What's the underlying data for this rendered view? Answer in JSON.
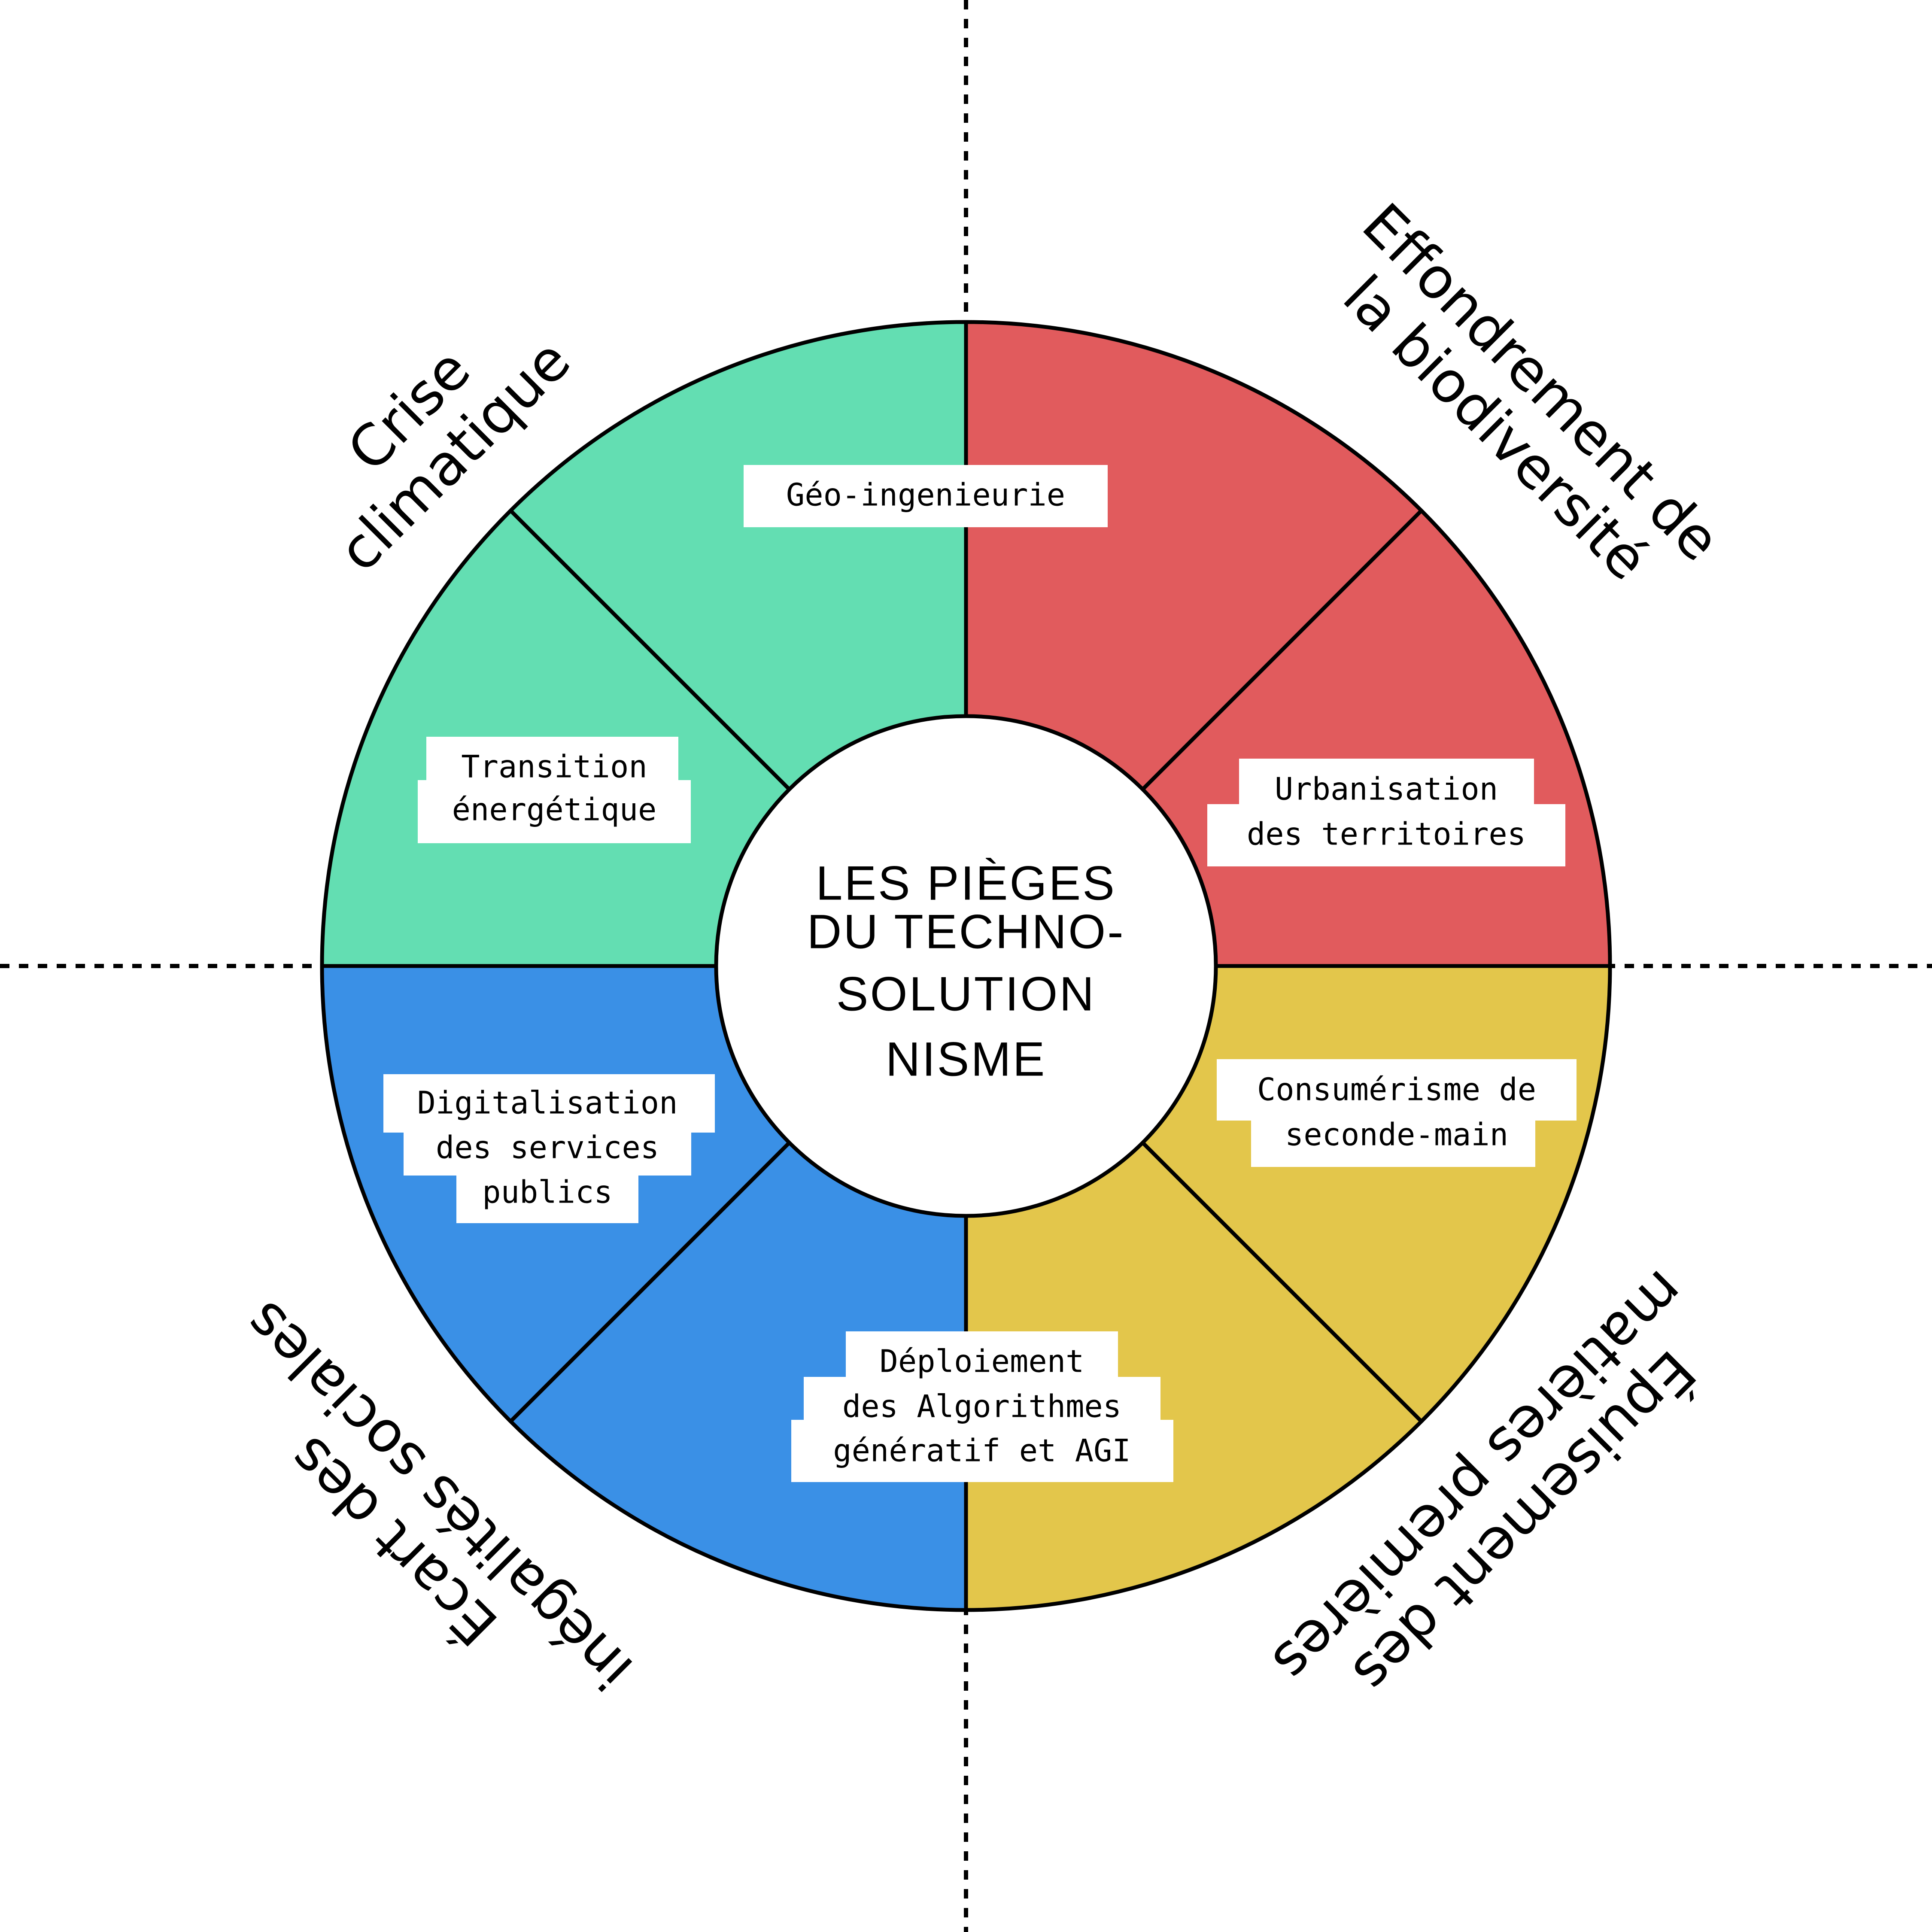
{
  "center": {
    "lines": [
      "LES PIÈGES",
      "DU TECHNO-",
      "SOLUTION",
      "NISME"
    ]
  },
  "quadrants": [
    {
      "id": "climate",
      "color": "#63DEB2",
      "lines": [
        "Crise",
        "climatique"
      ]
    },
    {
      "id": "biodiversity",
      "color": "#E15B5D",
      "lines": [
        "Effondrement de",
        "la biodiversité"
      ]
    },
    {
      "id": "resources",
      "color": "#E3C64B",
      "lines": [
        "Épuisement des",
        "matières premières"
      ]
    },
    {
      "id": "inequality",
      "color": "#3A90E6",
      "lines": [
        "Écart des",
        "inégalités sociales"
      ]
    }
  ],
  "labels": [
    {
      "id": "geo-ingenierie",
      "lines": [
        "Géo-ingenieurie"
      ]
    },
    {
      "id": "transition",
      "lines": [
        "Transition",
        "énergétique"
      ]
    },
    {
      "id": "urbanisation",
      "lines": [
        "Urbanisation",
        "des territoires"
      ]
    },
    {
      "id": "consumerisme",
      "lines": [
        "Consumérisme de",
        "seconde-main"
      ]
    },
    {
      "id": "digitalisation",
      "lines": [
        "Digitalisation",
        "des services",
        "publics"
      ]
    },
    {
      "id": "deploiement",
      "lines": [
        "Déploiement",
        "des Algorithmes",
        "génératif et AGI"
      ]
    }
  ]
}
